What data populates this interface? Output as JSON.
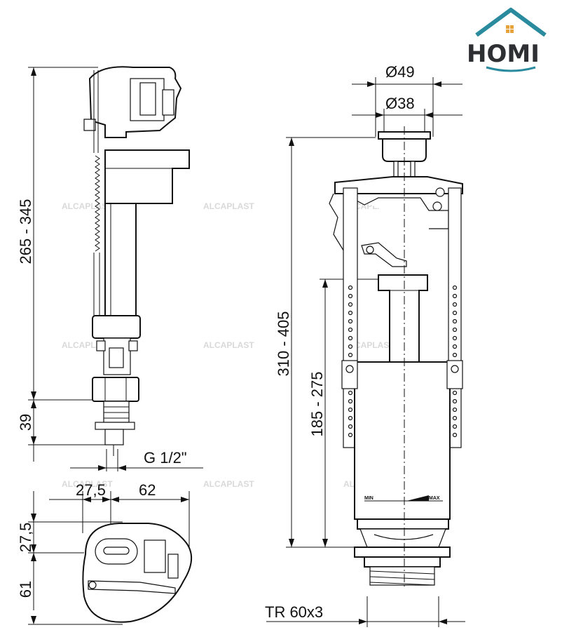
{
  "brand": {
    "name": "HOMI",
    "roof_color": "#2a8a9e",
    "text_color": "#2e2f33",
    "window_color": "#e7a33b"
  },
  "watermark": "ALCAPLAST",
  "fill_valve": {
    "height_range": "265 - 345",
    "bottom_height": "39",
    "thread": "G 1/2\""
  },
  "top_view": {
    "dim_left": "27,5",
    "dim_right": "62",
    "dim_top": "27,5",
    "dim_bottom": "61"
  },
  "flush_valve": {
    "outer_diameter": "Ø49",
    "inner_diameter": "Ø38",
    "total_height": "310 - 405",
    "overflow_height": "185 - 275",
    "thread": "TR 60x3",
    "scale_min": "MIN",
    "scale_max": "MAX"
  }
}
